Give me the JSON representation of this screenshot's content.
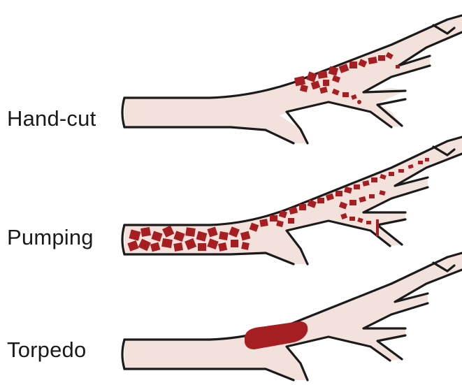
{
  "labels": {
    "hand_cut": "Hand-cut",
    "pumping": "Pumping",
    "torpedo": "Torpedo"
  },
  "colors": {
    "vessel_fill": "#f3e2dc",
    "vessel_outline": "#1b1b1b",
    "clot": "#a61e22"
  }
}
